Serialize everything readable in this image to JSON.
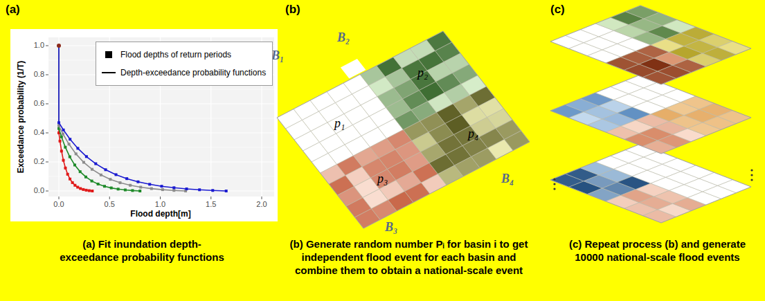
{
  "diagram": {
    "labels": [
      "(a)",
      "(b)",
      "(c)",
      "1.0",
      "0.8",
      "0.6",
      "0.4",
      "0.2",
      "0.0",
      "0.0",
      "0.5",
      "1.0",
      "1.5",
      "2.0",
      "Exceedance probability (1/T)",
      "Flood depth[m]",
      "B₁",
      "B₂",
      "p₁",
      "p₂",
      "p₃",
      "p₄",
      "B₃",
      "B₄",
      "(a) Fit inundation depth-exceedance probability functions",
      "(b) Generate random number Pᵢ for basin i to get independent flood event for each basin and combine them to obtain a national-scale event",
      "(c) Repeat process (b) and generate 10000 national-scale flood events"
    ],
    "legend": [
      {
        "text": "Flood depths of return periods"
      },
      {
        "text": "Depth-exceedance probability functions"
      }
    ]
  }
}
